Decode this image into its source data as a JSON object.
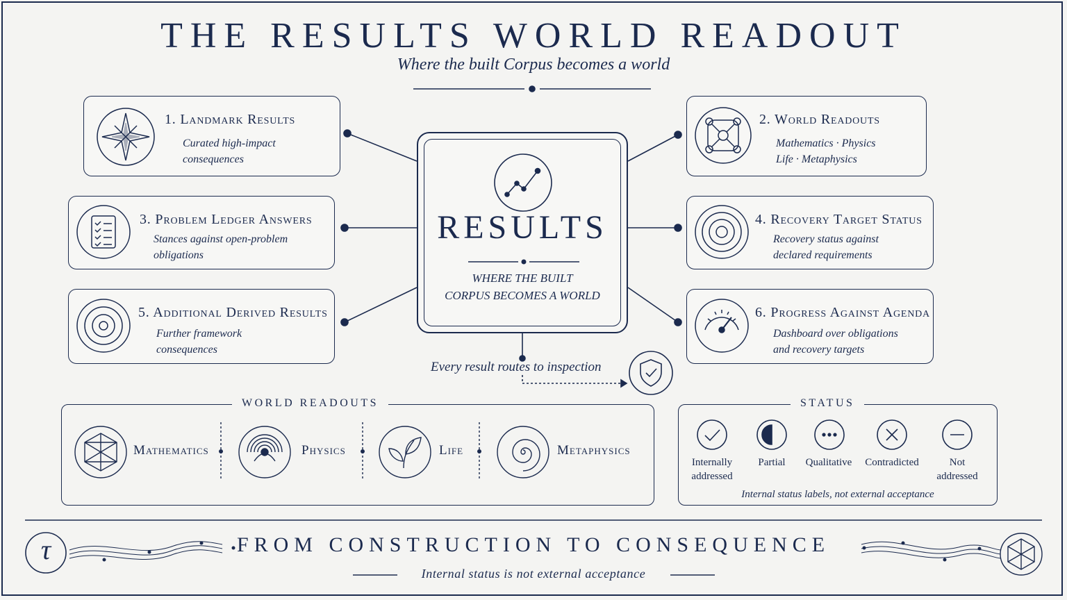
{
  "header": {
    "title": "THE RESULTS WORLD READOUT",
    "subtitle": "Where the built Corpus becomes a world"
  },
  "center": {
    "title": "RESULTS",
    "subtitle": "WHERE THE BUILT\nCORPUS BECOMES A WORLD"
  },
  "cards": [
    {
      "title": "1. Landmark Results",
      "desc": "Curated high-impact\nconsequences",
      "icon": "compass-star-icon"
    },
    {
      "title": "2. World Readouts",
      "desc": "Mathematics · Physics\nLife · Metaphysics",
      "icon": "network-node-icon"
    },
    {
      "title": "3. Problem Ledger Answers",
      "desc": "Stances against open-problem\nobligations",
      "icon": "checklist-icon"
    },
    {
      "title": "4. Recovery Target Status",
      "desc": "Recovery status against\ndeclared requirements",
      "icon": "target-icon"
    },
    {
      "title": "5. Additional Derived Results",
      "desc": "Further framework\nconsequences",
      "icon": "concentric-rings-icon"
    },
    {
      "title": "6. Progress Against Agenda",
      "desc": "Dashboard over obligations\nand recovery targets",
      "icon": "gauge-icon"
    }
  ],
  "route_note": "Every result routes to inspection",
  "world_readouts": {
    "label": "WORLD READOUTS",
    "items": [
      {
        "label": "Mathematics",
        "icon": "polyhedron-icon"
      },
      {
        "label": "Physics",
        "icon": "field-lines-icon"
      },
      {
        "label": "Life",
        "icon": "leaf-icon"
      },
      {
        "label": "Metaphysics",
        "icon": "spiral-icon"
      }
    ]
  },
  "status": {
    "label": "STATUS",
    "items": [
      {
        "label": "Internally\naddressed",
        "icon": "check-circle-icon"
      },
      {
        "label": "Partial",
        "icon": "half-circle-icon"
      },
      {
        "label": "Qualitative",
        "icon": "ellipsis-circle-icon"
      },
      {
        "label": "Contradicted",
        "icon": "x-circle-icon"
      },
      {
        "label": "Not\naddressed",
        "icon": "minus-circle-icon"
      }
    ],
    "note": "Internal status labels, not external acceptance"
  },
  "footer": {
    "logo": "τ",
    "title": "FROM CONSTRUCTION TO CONSEQUENCE",
    "subtitle": "Internal status is not external acceptance"
  },
  "colors": {
    "ink": "#1b2a4e",
    "background": "#f4f4f2"
  }
}
